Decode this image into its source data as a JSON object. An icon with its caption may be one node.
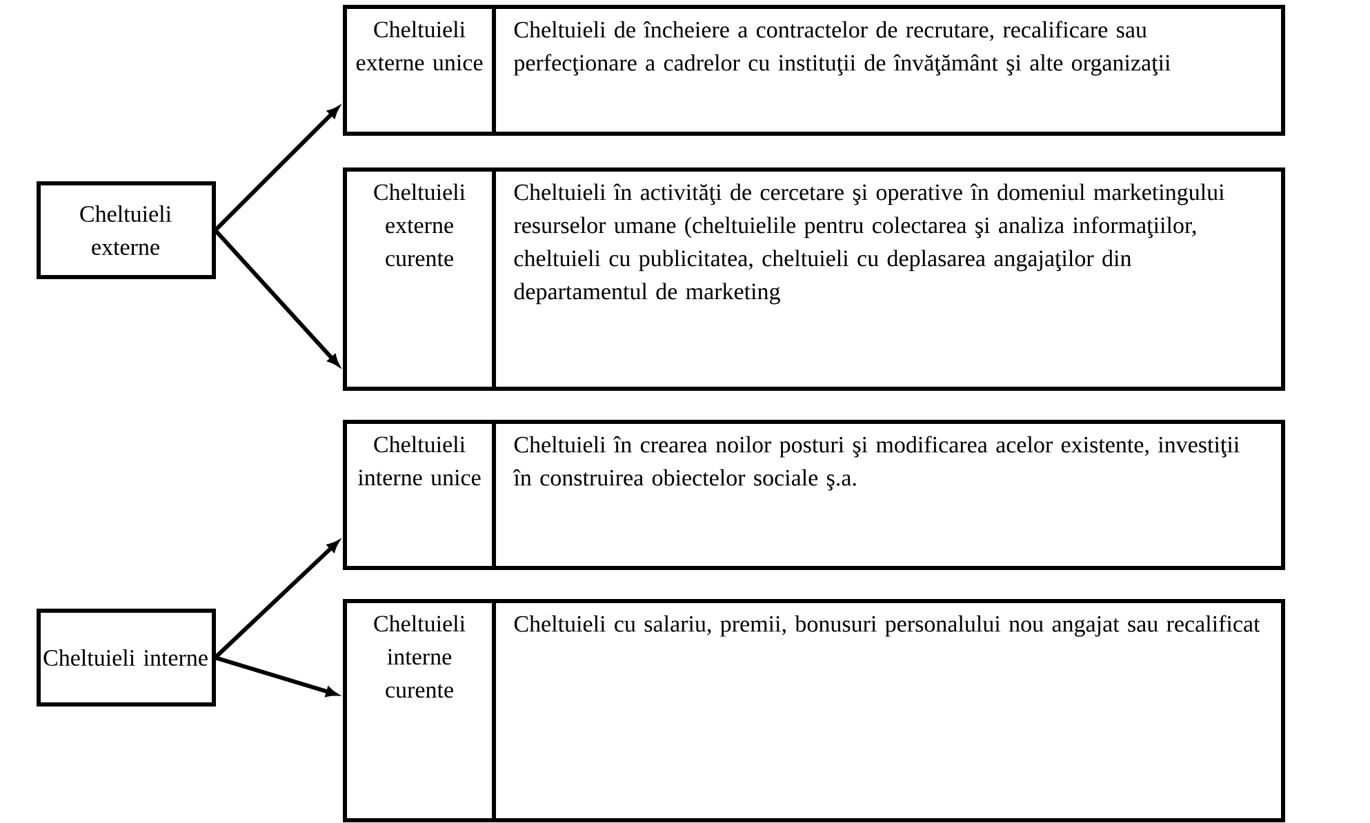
{
  "diagram": {
    "nodes": [
      {
        "text": [
          "Cheltuieli externe"
        ]
      },
      {
        "text": [
          "Cheltuieli externe unice"
        ]
      },
      {
        "text": [
          "Cheltuieli de încheiere a contractelor de recrutare, recalificare sau perfecţionare a cadrelor cu instituţii de învăţământ şi alte organizaţii"
        ]
      },
      {
        "text": [
          "Cheltuieli externe curente"
        ]
      },
      {
        "text": [
          "Cheltuieli în activităţi de cercetare şi operative în domeniul marketingului resurselor umane (cheltuielile pentru colectarea şi analiza informaţiilor, cheltuieli cu publicitatea, cheltuieli cu deplasarea angajaţilor din departamentul de marketing"
        ]
      },
      {
        "text": [
          "Cheltuieli interne"
        ]
      },
      {
        "text": [
          "Cheltuieli interne unice"
        ]
      },
      {
        "text": [
          "Cheltuieli în crearea noilor posturi şi modificarea acelor existente, investiţii în construirea obiectelor sociale ş.a."
        ]
      },
      {
        "text": [
          "Cheltuieli interne curente"
        ]
      },
      {
        "text": [
          "Cheltuieli cu salariu, premii, bonusuri personalului nou angajat sau recalificat"
        ]
      }
    ],
    "edges": [
      {
        "from": 0,
        "to": 1,
        "arrow": "to"
      },
      {
        "from": 0,
        "to": 3,
        "arrow": "to"
      },
      {
        "from": 5,
        "to": 6,
        "arrow": "to"
      },
      {
        "from": 5,
        "to": 8,
        "arrow": "to"
      }
    ]
  }
}
